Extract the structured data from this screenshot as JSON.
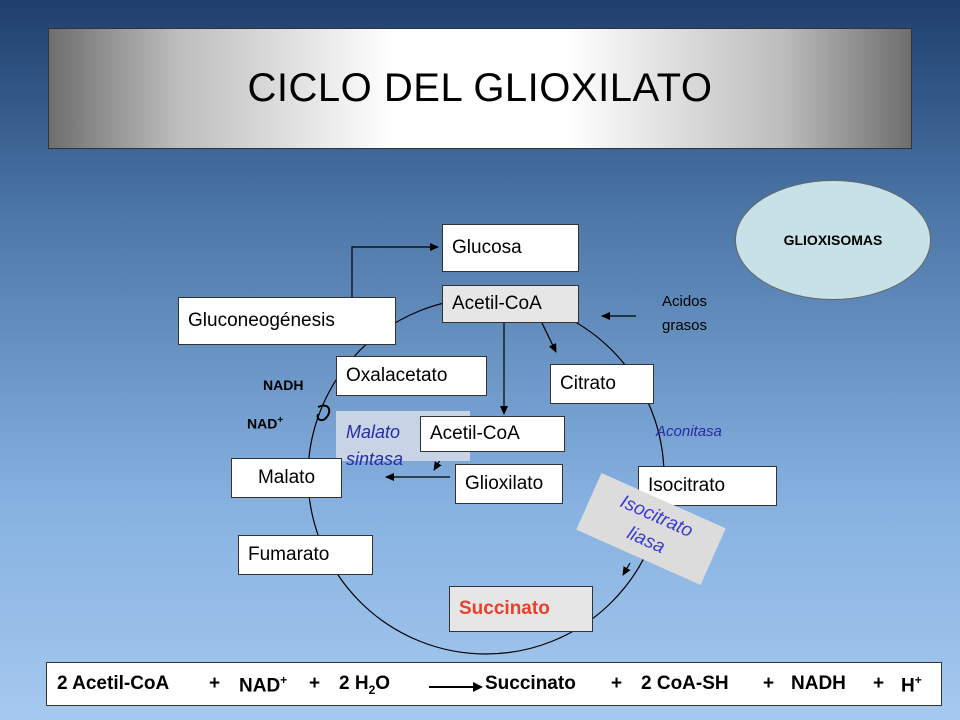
{
  "title": "CICLO DEL GLIOXILATO",
  "organelle": "GLIOXISOMAS",
  "boxes": {
    "glucosa": "Glucosa",
    "acetil_coa_top": "Acetil-CoA",
    "gluconeogenesis": "Gluconeogénesis",
    "oxalacetato": "Oxalacetato",
    "citrato": "Citrato",
    "acetil_coa_mid": "Acetil-CoA",
    "malato": "Malato",
    "glioxilato": "Glioxilato",
    "isocitrato": "Isocitrato",
    "fumarato": "Fumarato",
    "succinato": "Succinato"
  },
  "labels": {
    "acidos_1": "Acidos",
    "acidos_2": "grasos",
    "nadh": "NADH",
    "nad": "NAD",
    "nad_sup": "+"
  },
  "enzymes": {
    "malato_sintasa_1": "Malato",
    "malato_sintasa_2": "sintasa",
    "aconitasa": "Aconitasa",
    "isocitrato_liasa_1": "Isocitrato",
    "isocitrato_liasa_2": "liasa"
  },
  "equation": {
    "reactant_1": "2 Acetil-CoA",
    "plus_1": "+",
    "reactant_2": "NAD",
    "reactant_2_sup": "+",
    "plus_2": "+",
    "reactant_3": "2 H",
    "reactant_3_sub": "2",
    "reactant_3_end": "O",
    "product_1": "Succinato",
    "plus_3": "+",
    "product_2": "2 CoA-SH",
    "plus_4": "+",
    "product_3": "NADH",
    "plus_5": "+",
    "product_4": "H",
    "product_4_sup": "+"
  },
  "colors": {
    "succinato_text": "#e8402b",
    "enzyme_text": "#2a2aa8",
    "organelle_fill": "#c6e2e7"
  }
}
